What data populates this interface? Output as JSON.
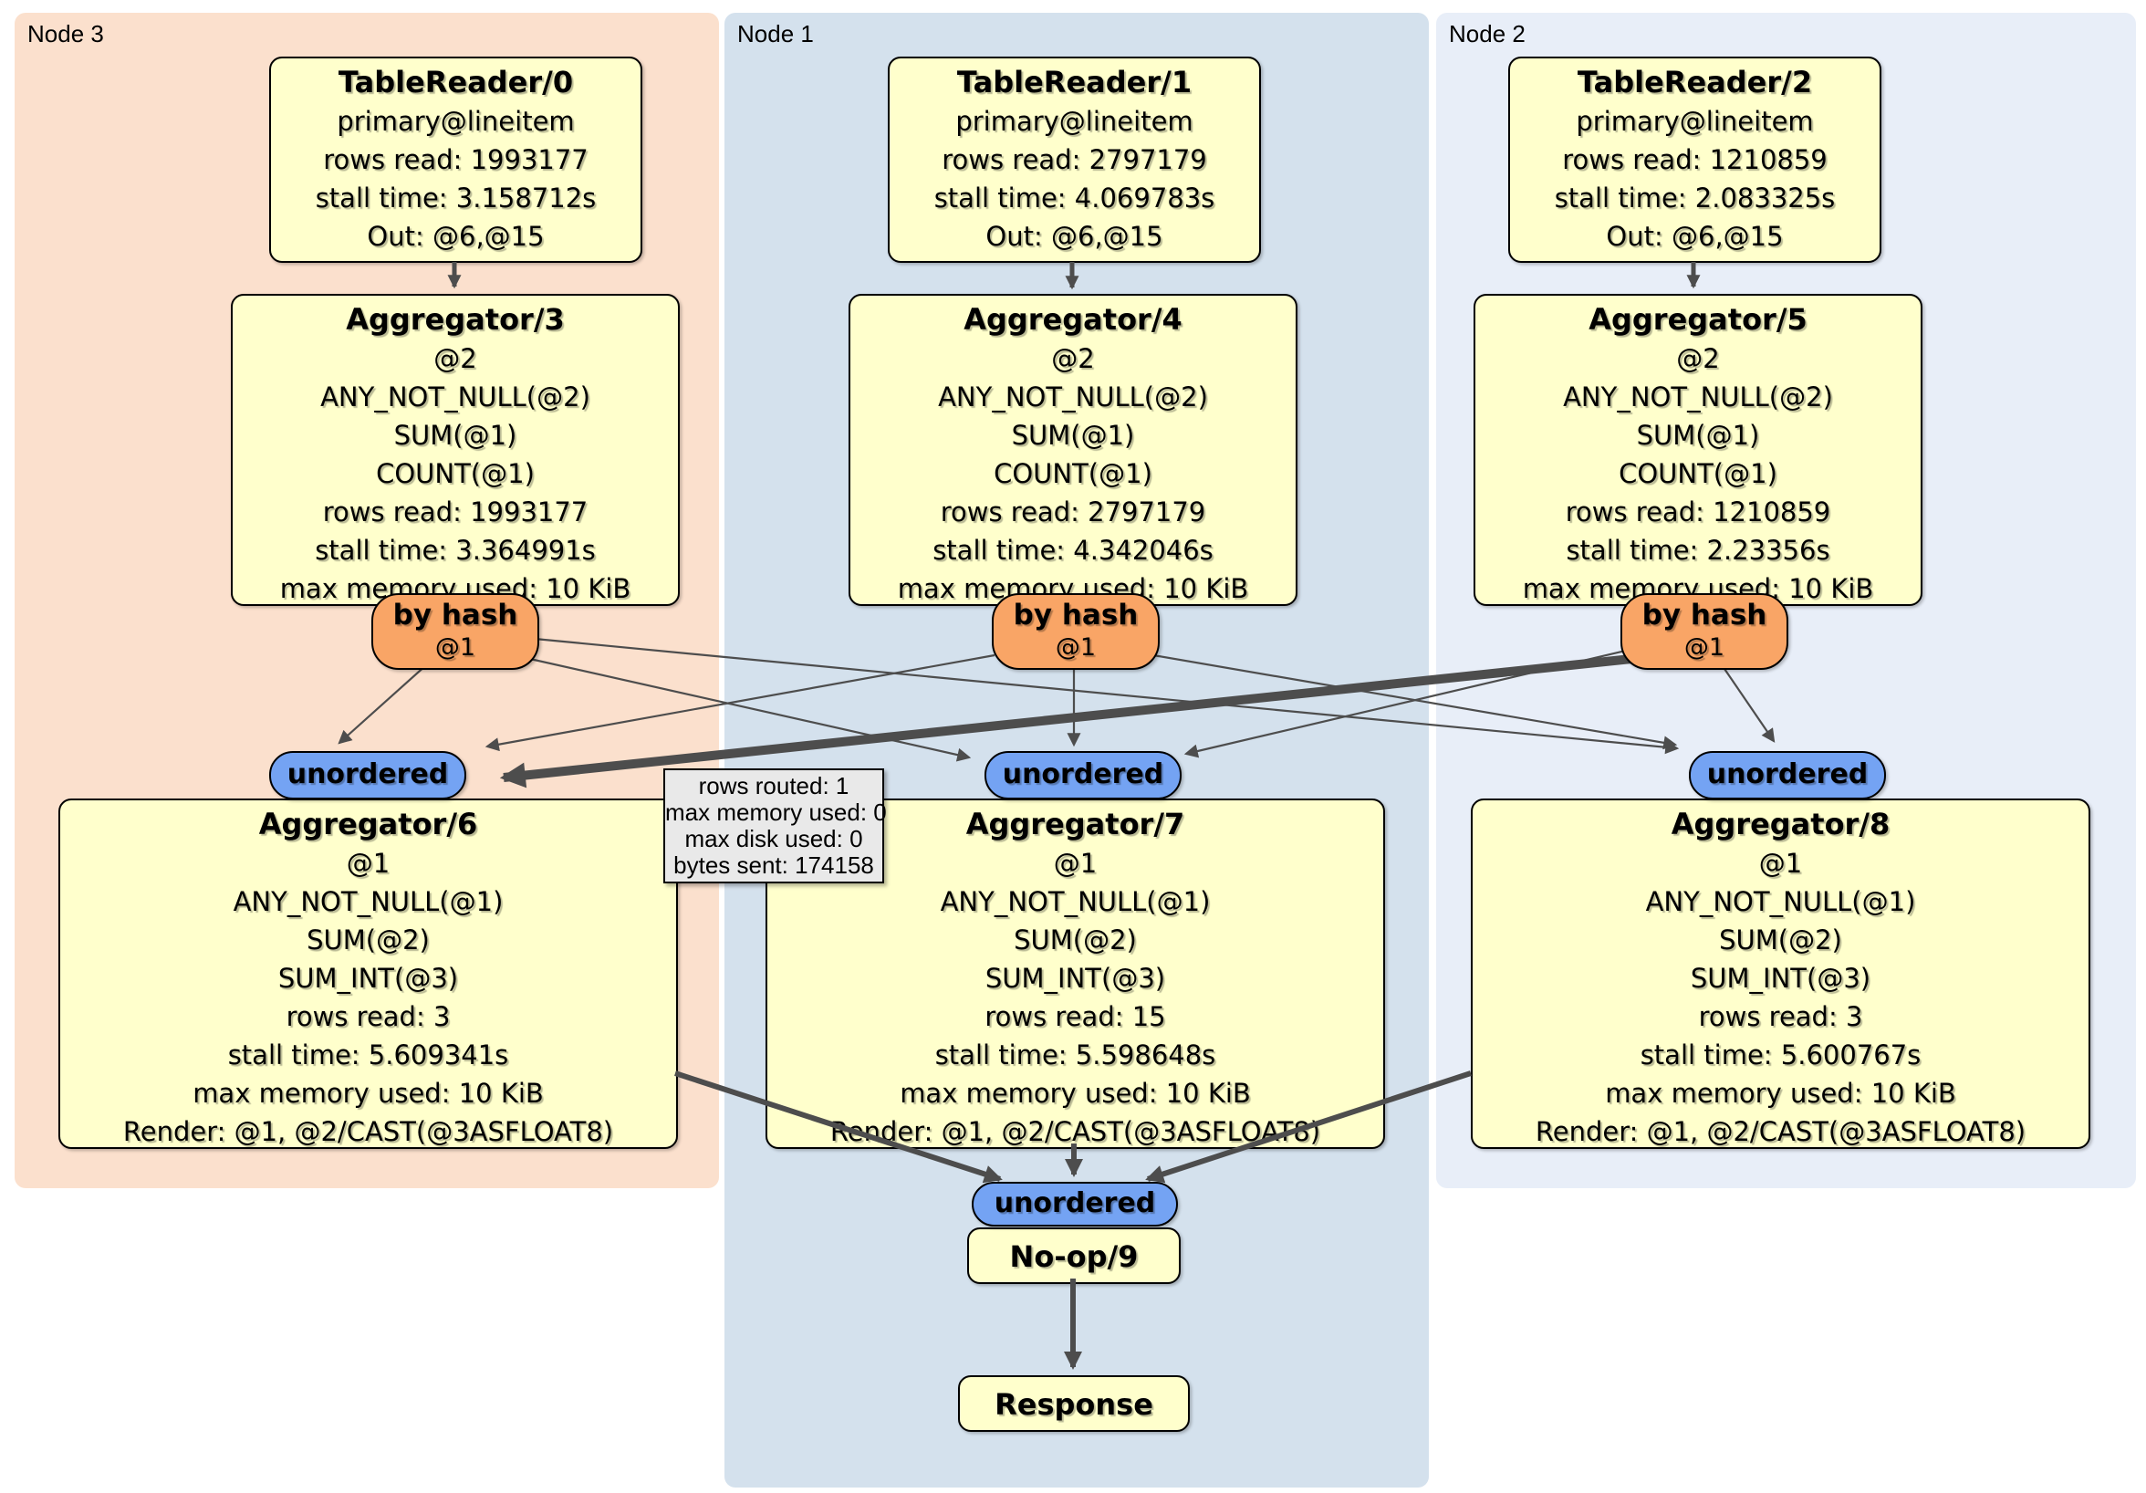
{
  "nodes": [
    {
      "label": "Node 3"
    },
    {
      "label": "Node 1"
    },
    {
      "label": "Node 2"
    }
  ],
  "processors": {
    "tr0": {
      "title": "TableReader/0",
      "lines": [
        "primary@lineitem",
        "rows read: 1993177",
        "stall time: 3.158712s",
        "Out: @6,@15"
      ]
    },
    "tr1": {
      "title": "TableReader/1",
      "lines": [
        "primary@lineitem",
        "rows read: 2797179",
        "stall time: 4.069783s",
        "Out: @6,@15"
      ]
    },
    "tr2": {
      "title": "TableReader/2",
      "lines": [
        "primary@lineitem",
        "rows read: 1210859",
        "stall time: 2.083325s",
        "Out: @6,@15"
      ]
    },
    "agg3": {
      "title": "Aggregator/3",
      "lines": [
        "@2",
        "ANY_NOT_NULL(@2)",
        "SUM(@1)",
        "COUNT(@1)",
        "rows read: 1993177",
        "stall time: 3.364991s",
        "max memory used: 10 KiB"
      ]
    },
    "agg4": {
      "title": "Aggregator/4",
      "lines": [
        "@2",
        "ANY_NOT_NULL(@2)",
        "SUM(@1)",
        "COUNT(@1)",
        "rows read: 2797179",
        "stall time: 4.342046s",
        "max memory used: 10 KiB"
      ]
    },
    "agg5": {
      "title": "Aggregator/5",
      "lines": [
        "@2",
        "ANY_NOT_NULL(@2)",
        "SUM(@1)",
        "COUNT(@1)",
        "rows read: 1210859",
        "stall time: 2.23356s",
        "max memory used: 10 KiB"
      ]
    },
    "agg6": {
      "title": "Aggregator/6",
      "lines": [
        "@1",
        "ANY_NOT_NULL(@1)",
        "SUM(@2)",
        "SUM_INT(@3)",
        "rows read: 3",
        "stall time: 5.609341s",
        "max memory used: 10 KiB",
        "Render: @1, @2/CAST(@3ASFLOAT8)"
      ]
    },
    "agg7": {
      "title": "Aggregator/7",
      "lines": [
        "@1",
        "ANY_NOT_NULL(@1)",
        "SUM(@2)",
        "SUM_INT(@3)",
        "rows read: 15",
        "stall time: 5.598648s",
        "max memory used: 10 KiB",
        "Render: @1, @2/CAST(@3ASFLOAT8)"
      ]
    },
    "agg8": {
      "title": "Aggregator/8",
      "lines": [
        "@1",
        "ANY_NOT_NULL(@1)",
        "SUM(@2)",
        "SUM_INT(@3)",
        "rows read: 3",
        "stall time: 5.600767s",
        "max memory used: 10 KiB",
        "Render: @1, @2/CAST(@3ASFLOAT8)"
      ]
    },
    "noop": {
      "title": "No-op/9"
    },
    "response": {
      "title": "Response"
    }
  },
  "routers": {
    "hash3": {
      "label": "by hash",
      "sub": "@1"
    },
    "hash4": {
      "label": "by hash",
      "sub": "@1"
    },
    "hash5": {
      "label": "by hash",
      "sub": "@1"
    },
    "sync6": {
      "label": "unordered"
    },
    "sync7": {
      "label": "unordered"
    },
    "sync8": {
      "label": "unordered"
    },
    "sync9": {
      "label": "unordered"
    }
  },
  "tooltip": {
    "lines": [
      "rows routed: 1",
      "max memory used: 0",
      "max disk used: 0",
      "bytes sent: 174158"
    ]
  },
  "colors": {
    "node3_bg": "#fbe0cd",
    "node1_bg": "#d4e1ed",
    "node2_bg": "#e8eef8",
    "processor_bg": "#ffffcc",
    "hash_router_bg": "#f9a566",
    "sync_bg": "#74a3f3",
    "tooltip_bg": "#e9e9e9",
    "edge": "#4d4d4d"
  }
}
